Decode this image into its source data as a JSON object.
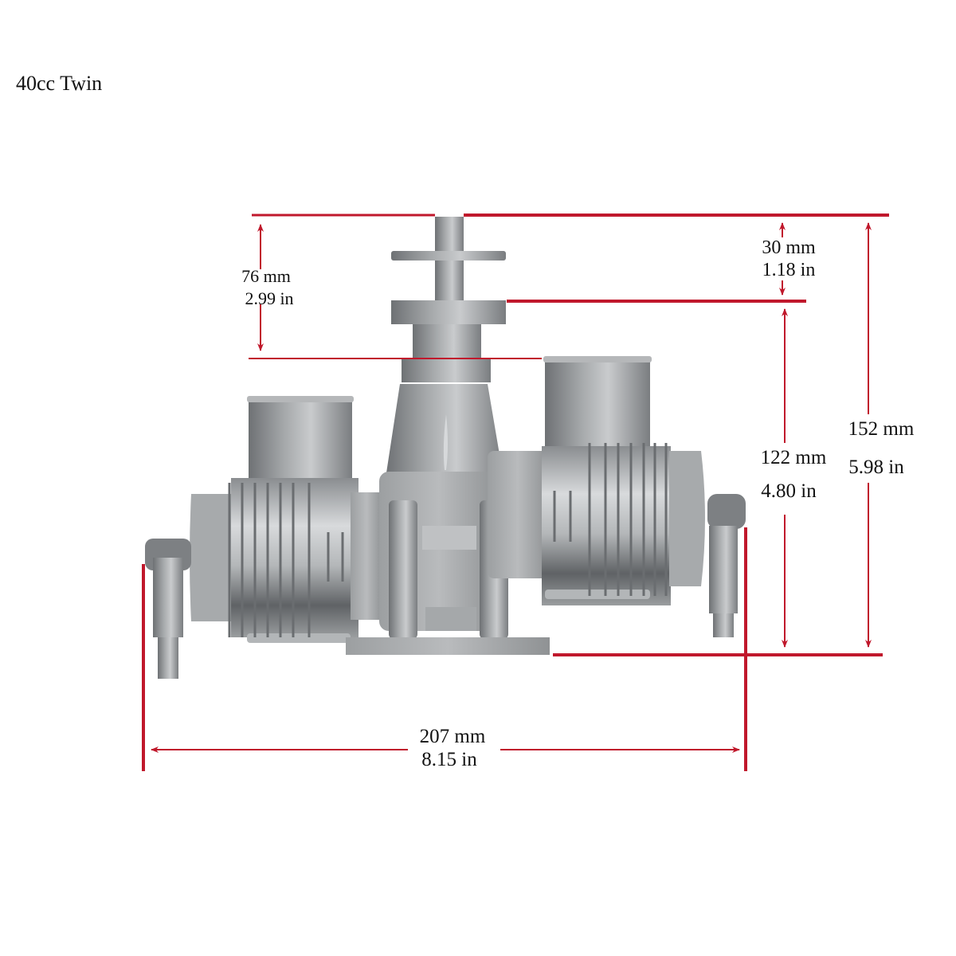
{
  "title": "40cc Twin",
  "colors": {
    "dimension_line": "#c0182c",
    "text": "#111111",
    "metal_light": "#c8cacc",
    "metal_mid": "#9a9d9f",
    "metal_dark": "#6c6f72",
    "background": "#ffffff"
  },
  "dimensions": {
    "prop_shaft": {
      "mm": "76 mm",
      "in": "2.99 in"
    },
    "shaft_tip": {
      "mm": "30 mm",
      "in": "1.18 in"
    },
    "body_height": {
      "mm": "122 mm",
      "in": "4.80 in"
    },
    "total_height": {
      "mm": "152 mm",
      "in": "5.98 in"
    },
    "total_width": {
      "mm": "207 mm",
      "in": "8.15 in"
    }
  }
}
